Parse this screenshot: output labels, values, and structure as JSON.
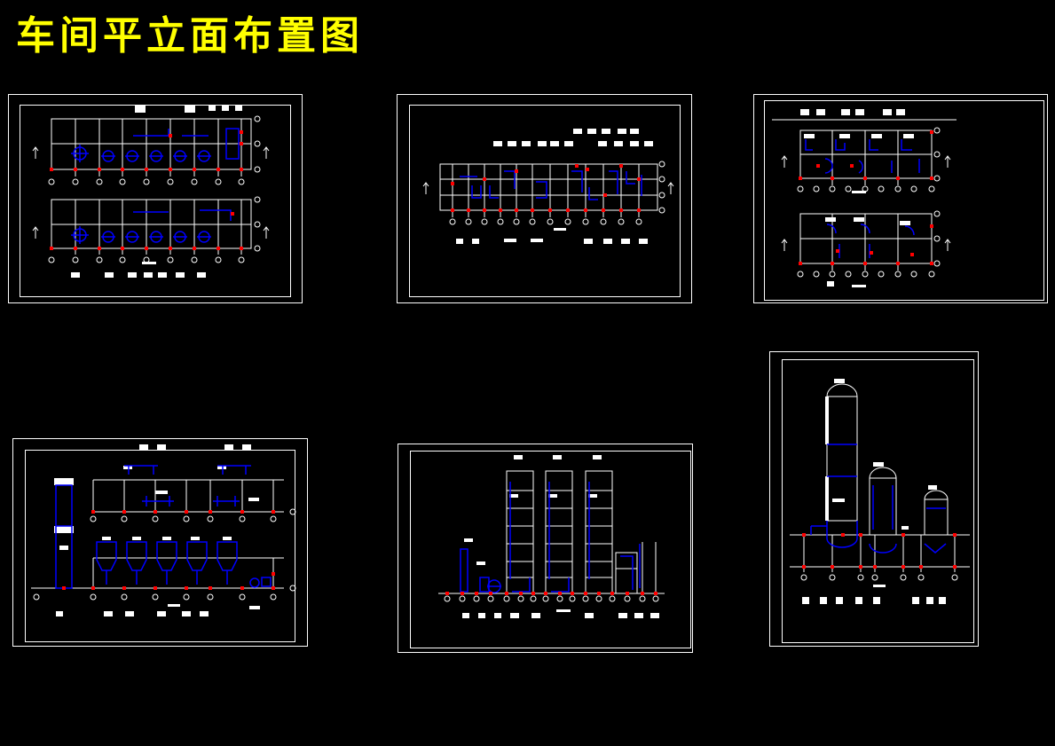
{
  "title": "车间平立面布置图",
  "colors": {
    "background": "#000000",
    "title": "#ffff00",
    "frame": "#ffffff",
    "equipment": "#0000ff",
    "columns": "#ff0000",
    "grid": "#ffffff"
  },
  "sheets": [
    {
      "name": "sheet-plan-1",
      "kind": "plan"
    },
    {
      "name": "sheet-plan-2",
      "kind": "plan"
    },
    {
      "name": "sheet-plan-3",
      "kind": "plan"
    },
    {
      "name": "sheet-elevation-1",
      "kind": "elevation"
    },
    {
      "name": "sheet-elevation-2",
      "kind": "elevation"
    },
    {
      "name": "sheet-elevation-3",
      "kind": "elevation"
    }
  ]
}
